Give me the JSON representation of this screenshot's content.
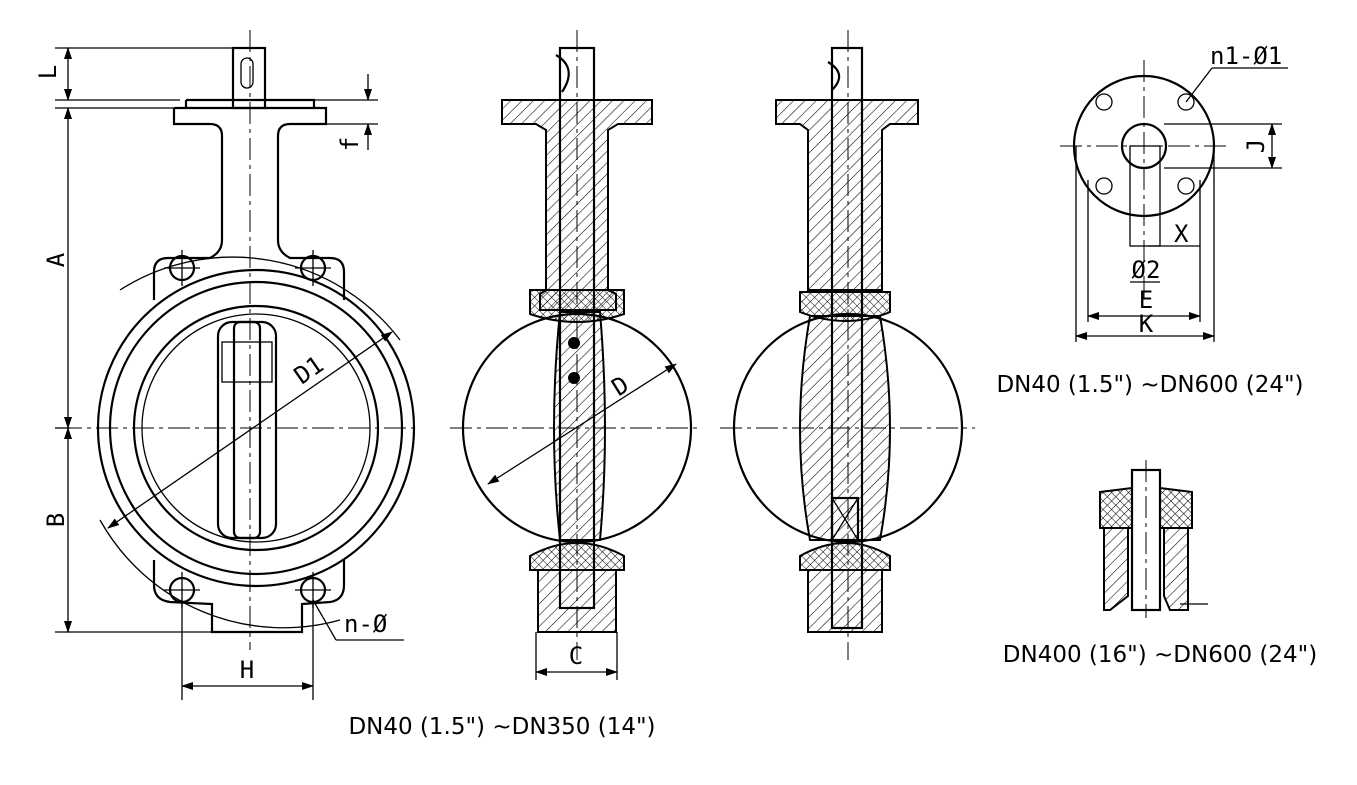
{
  "dimensions": {
    "L": "L",
    "A": "A",
    "B": "B",
    "f": "f",
    "H": "H",
    "n_phi": "n-Ø",
    "D1": "D1",
    "D": "D",
    "C": "C",
    "n1_phi1": "n1-Ø1",
    "J": "J",
    "X": "X",
    "phi2": "Ø2",
    "E": "E",
    "K": "K"
  },
  "captions": {
    "main_range": "DN40 (1.5\") ~DN350 (14\")",
    "top_flange_range": "DN40 (1.5\") ~DN600 (24\")",
    "detail_range": "DN400 (16\") ~DN600 (24\")"
  }
}
